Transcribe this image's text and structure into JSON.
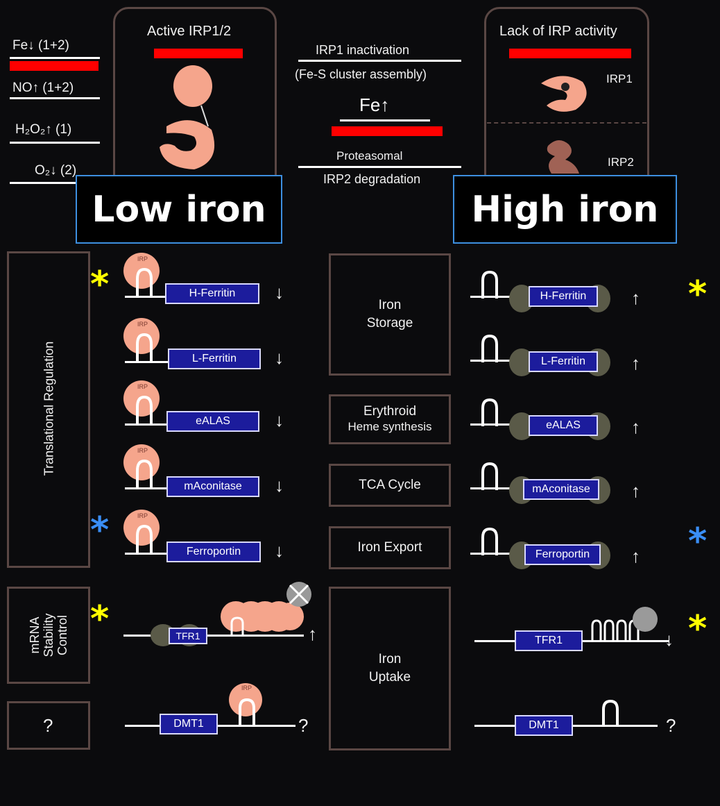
{
  "header": {
    "signals": [
      "Fe↓ (1+2)",
      "NO↑ (1+2)",
      "H₂O₂↑ (1)",
      "O₂↓ (2)"
    ],
    "active_title": "Active IRP1/2",
    "lack_title": "Lack of IRP activity",
    "irp1_inact_line1": "IRP1 inactivation",
    "irp1_inact_line2": "(Fe-S cluster assembly)",
    "fe_up": "Fe↑",
    "proteasomal_line1": "Proteasomal",
    "proteasomal_line2": "IRP2 degradation",
    "irp1_label": "IRP1",
    "irp2_label": "IRP2"
  },
  "banners": {
    "low": "Low iron",
    "high": "High iron"
  },
  "side_labels": {
    "translational": "Translational Regulation",
    "stability": [
      "mRNA",
      "Stability",
      "Control"
    ],
    "question": "?"
  },
  "irp_tag": "IRP",
  "rows": [
    {
      "gene": "H-Ferritin",
      "function": "Iron Storage",
      "low_arrow": "↓",
      "high_arrow": "↑"
    },
    {
      "gene": "L-Ferritin",
      "low_arrow": "↓",
      "high_arrow": "↑"
    },
    {
      "gene": "eALAS",
      "function_l1": "Erythroid",
      "function_l2": "Heme synthesis",
      "low_arrow": "↓",
      "high_arrow": "↑"
    },
    {
      "gene": "mAconitase",
      "function": "TCA Cycle",
      "low_arrow": "↓",
      "high_arrow": "↑"
    },
    {
      "gene": "Ferroportin",
      "function": "Iron Export",
      "low_arrow": "↓",
      "high_arrow": "↑"
    }
  ],
  "tfr1": {
    "gene": "TFR1",
    "low_arrow": "↑",
    "high_arrow": "↓"
  },
  "dmt1": {
    "gene": "DMT1",
    "low_mark": "?",
    "high_mark": "?"
  },
  "uptake": {
    "line1": "Iron",
    "line2": "Uptake"
  },
  "storage": {
    "line1": "Iron",
    "line2": "Storage"
  },
  "stars": {
    "symbol": "*",
    "yellow": "#ffff00",
    "blue": "#3a8ef5"
  },
  "colors": {
    "irp": "#f5a58c",
    "gene": "#1c1c9c",
    "red": "#ff0000",
    "frame": "#5a4744"
  }
}
